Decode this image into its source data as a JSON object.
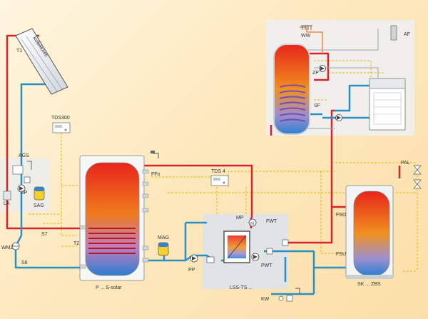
{
  "labels": {
    "t1": "T1",
    "collector": "Kollektoren",
    "tds300": "TDS300",
    "ags": "AGS",
    "sp": "SP",
    "la": "LA",
    "sag": "SAG",
    "s7": "S7",
    "t2": "T2",
    "wmz": "WMZ",
    "s6": "S6",
    "ffo": "FFo",
    "tds4": "TDS 4",
    "mag": "MAG",
    "pp": "PP",
    "storage_main": "P ... S-solar",
    "mp": "MP",
    "fwt": "FWT",
    "pwt": "PWT",
    "station": "LSS-TS ...",
    "kw": "KW",
    "ww": "WW",
    "af": "AF",
    "zp": "ZP",
    "sf": "SF",
    "pal": "PAL",
    "fso": "FSO",
    "fsu": "FSU",
    "buffer": "SK ... ZBS"
  },
  "colors": {
    "hot": "#d8232a",
    "cold": "#2b8fc4",
    "control": "#e6b800",
    "ww": "#f08a3c"
  }
}
